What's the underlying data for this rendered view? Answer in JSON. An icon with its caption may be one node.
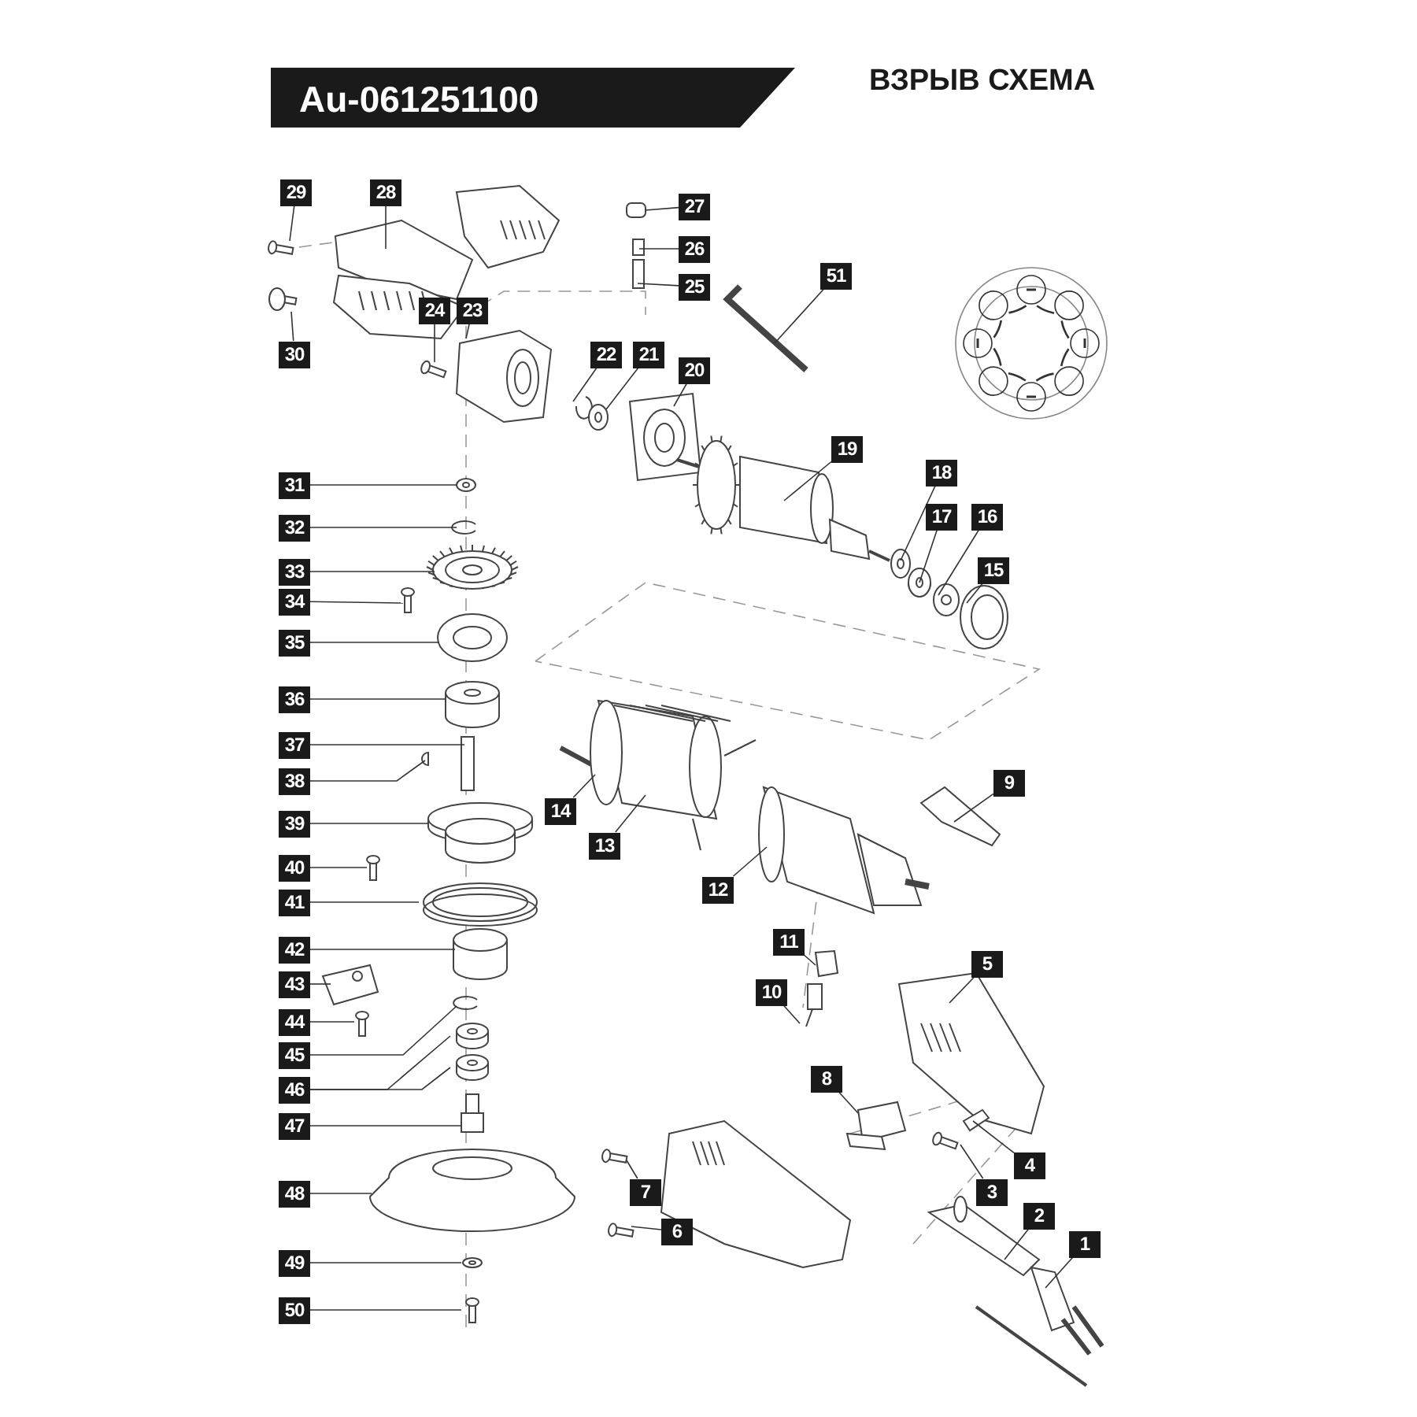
{
  "diagram": {
    "title": "Au-061251100",
    "nodes": [
      {
        "text": [
          "1"
        ]
      },
      {
        "text": [
          "2"
        ]
      },
      {
        "text": [
          "3"
        ]
      },
      {
        "text": [
          "4"
        ]
      },
      {
        "text": [
          "5"
        ]
      },
      {
        "text": [
          "6"
        ]
      },
      {
        "text": [
          "7"
        ]
      },
      {
        "text": [
          "8"
        ]
      },
      {
        "text": [
          "9"
        ]
      },
      {
        "text": [
          "10"
        ]
      },
      {
        "text": [
          "11"
        ]
      },
      {
        "text": [
          "12"
        ]
      },
      {
        "text": [
          "13"
        ]
      },
      {
        "text": [
          "14"
        ]
      },
      {
        "text": [
          "15"
        ]
      },
      {
        "text": [
          "16"
        ]
      },
      {
        "text": [
          "17"
        ]
      },
      {
        "text": [
          "18"
        ]
      },
      {
        "text": [
          "19"
        ]
      },
      {
        "text": [
          "20"
        ]
      },
      {
        "text": [
          "21"
        ]
      },
      {
        "text": [
          "22"
        ]
      },
      {
        "text": [
          "23"
        ]
      },
      {
        "text": [
          "24"
        ]
      },
      {
        "text": [
          "25"
        ]
      },
      {
        "text": [
          "26"
        ]
      },
      {
        "text": [
          "27"
        ]
      },
      {
        "text": [
          "28"
        ]
      },
      {
        "text": [
          "29"
        ]
      },
      {
        "text": [
          "30"
        ]
      },
      {
        "text": [
          "31"
        ]
      },
      {
        "text": [
          "32"
        ]
      },
      {
        "text": [
          "33"
        ]
      },
      {
        "text": [
          "34"
        ]
      },
      {
        "text": [
          "35"
        ]
      },
      {
        "text": [
          "36"
        ]
      },
      {
        "text": [
          "37"
        ]
      },
      {
        "text": [
          "38"
        ]
      },
      {
        "text": [
          "39"
        ]
      },
      {
        "text": [
          "40"
        ]
      },
      {
        "text": [
          "41"
        ]
      },
      {
        "text": [
          "42"
        ]
      },
      {
        "text": [
          "43"
        ]
      },
      {
        "text": [
          "44"
        ]
      },
      {
        "text": [
          "45"
        ]
      },
      {
        "text": [
          "46"
        ]
      },
      {
        "text": [
          "47"
        ]
      },
      {
        "text": [
          "48"
        ]
      },
      {
        "text": [
          "49"
        ]
      },
      {
        "text": [
          "50"
        ]
      },
      {
        "text": [
          "51"
        ]
      }
    ],
    "edges": [
      {
        "from": 0,
        "to": null,
        "arrow": "none"
      },
      {
        "from": 1,
        "to": null,
        "arrow": "none"
      },
      {
        "from": 2,
        "to": null,
        "arrow": "none"
      },
      {
        "from": 3,
        "to": null,
        "arrow": "none"
      },
      {
        "from": 4,
        "to": null,
        "arrow": "none"
      },
      {
        "from": 5,
        "to": null,
        "arrow": "none"
      },
      {
        "from": 6,
        "to": null,
        "arrow": "none"
      },
      {
        "from": 7,
        "to": null,
        "arrow": "none"
      },
      {
        "from": 8,
        "to": null,
        "arrow": "none"
      },
      {
        "from": 9,
        "to": null,
        "arrow": "none"
      },
      {
        "from": 10,
        "to": null,
        "arrow": "none"
      },
      {
        "from": 11,
        "to": null,
        "arrow": "none"
      },
      {
        "from": 12,
        "to": null,
        "arrow": "none"
      },
      {
        "from": 13,
        "to": null,
        "arrow": "none"
      },
      {
        "from": 14,
        "to": null,
        "arrow": "none"
      },
      {
        "from": 15,
        "to": null,
        "arrow": "none"
      },
      {
        "from": 16,
        "to": null,
        "arrow": "none"
      },
      {
        "from": 17,
        "to": null,
        "arrow": "none"
      },
      {
        "from": 18,
        "to": null,
        "arrow": "none"
      },
      {
        "from": 19,
        "to": null,
        "arrow": "none"
      },
      {
        "from": 20,
        "to": null,
        "arrow": "none"
      },
      {
        "from": 21,
        "to": null,
        "arrow": "none"
      },
      {
        "from": 22,
        "to": null,
        "arrow": "none"
      },
      {
        "from": 23,
        "to": null,
        "arrow": "none"
      },
      {
        "from": 24,
        "to": null,
        "arrow": "none"
      },
      {
        "from": 25,
        "to": null,
        "arrow": "none"
      },
      {
        "from": 26,
        "to": null,
        "arrow": "none"
      },
      {
        "from": 27,
        "to": null,
        "arrow": "none"
      },
      {
        "from": 28,
        "to": null,
        "arrow": "none"
      },
      {
        "from": 29,
        "to": null,
        "arrow": "none"
      },
      {
        "from": 30,
        "to": null,
        "arrow": "none"
      },
      {
        "from": 31,
        "to": null,
        "arrow": "none"
      },
      {
        "from": 32,
        "to": null,
        "arrow": "none"
      },
      {
        "from": 33,
        "to": null,
        "arrow": "none"
      },
      {
        "from": 34,
        "to": null,
        "arrow": "none"
      },
      {
        "from": 35,
        "to": null,
        "arrow": "none"
      },
      {
        "from": 36,
        "to": null,
        "arrow": "none"
      },
      {
        "from": 37,
        "to": null,
        "arrow": "none"
      },
      {
        "from": 38,
        "to": null,
        "arrow": "none"
      },
      {
        "from": 39,
        "to": null,
        "arrow": "none"
      },
      {
        "from": 40,
        "to": null,
        "arrow": "none"
      },
      {
        "from": 41,
        "to": null,
        "arrow": "none"
      },
      {
        "from": 42,
        "to": null,
        "arrow": "none"
      },
      {
        "from": 43,
        "to": null,
        "arrow": "none"
      },
      {
        "from": 44,
        "to": null,
        "arrow": "none"
      },
      {
        "from": 45,
        "to": null,
        "arrow": "none"
      },
      {
        "from": 45,
        "to": null,
        "arrow": "none"
      },
      {
        "from": 46,
        "to": null,
        "arrow": "none"
      },
      {
        "from": 47,
        "to": null,
        "arrow": "none"
      },
      {
        "from": 48,
        "to": null,
        "arrow": "none"
      },
      {
        "from": 49,
        "to": null,
        "arrow": "none"
      },
      {
        "from": 50,
        "to": null,
        "arrow": "none"
      }
    ],
    "labels": [
      "ВЗРЫВ СХЕМА"
    ]
  }
}
